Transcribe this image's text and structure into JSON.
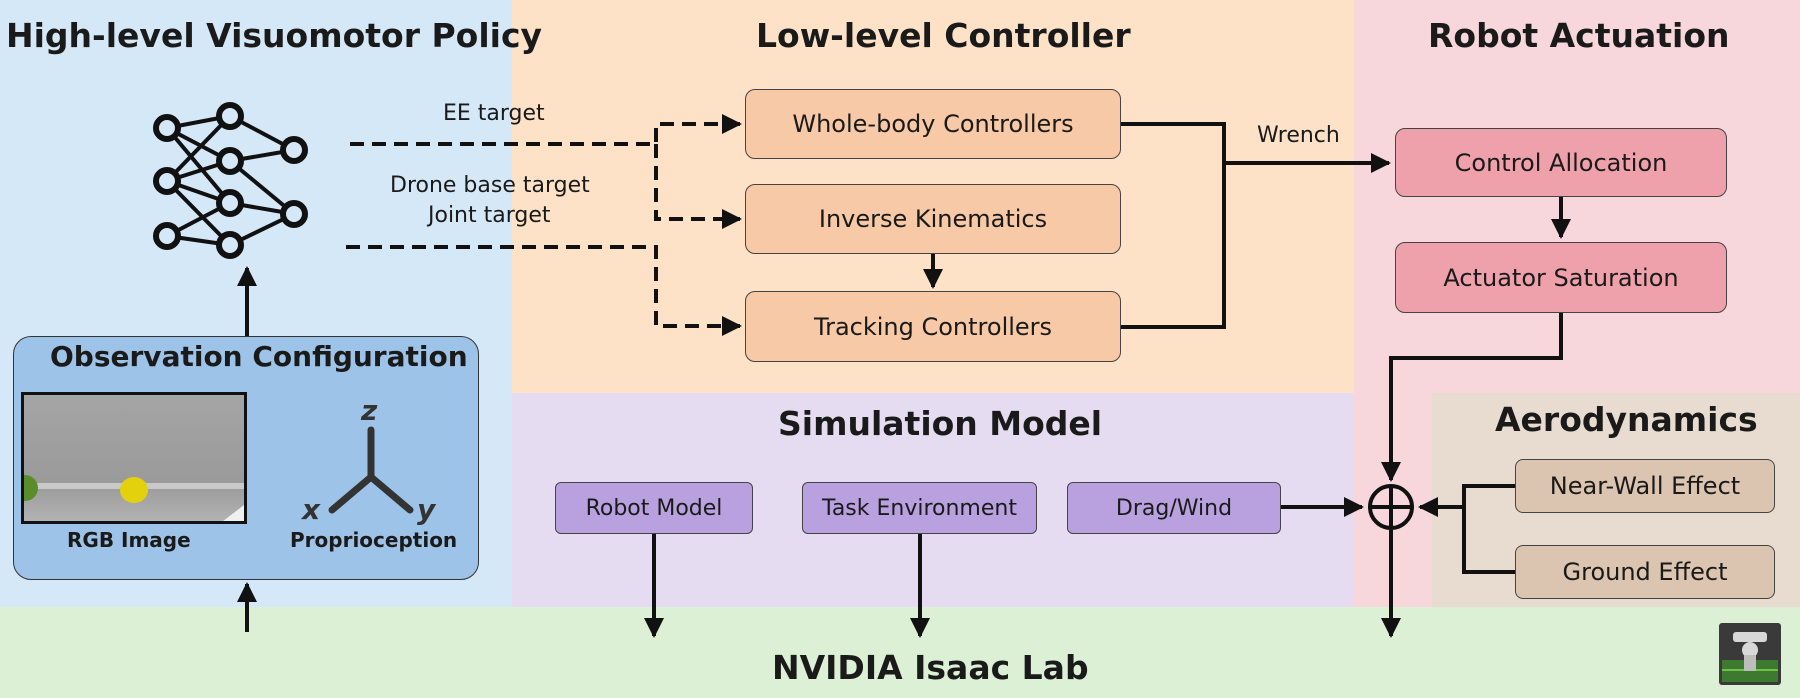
{
  "sections": {
    "policy": "High-level Visuomotor Policy",
    "controller": "Low-level Controller",
    "actuation": "Robot Actuation",
    "simulation": "Simulation Model",
    "aerodynamics": "Aerodynamics",
    "isaac": "NVIDIA Isaac Lab"
  },
  "observation": {
    "title": "Observation Configuration",
    "rgb_label": "RGB Image",
    "proprio_label": "Proprioception",
    "axes": {
      "z": "z",
      "x": "x",
      "y": "y"
    }
  },
  "signals": {
    "ee_target": "EE target",
    "drone_base_target": "Drone base target",
    "joint_target": "Joint target",
    "wrench": "Wrench"
  },
  "controllers": {
    "whole_body": "Whole-body Controllers",
    "inverse_kinematics": "Inverse Kinematics",
    "tracking": "Tracking Controllers"
  },
  "actuation_blocks": {
    "control_allocation": "Control Allocation",
    "actuator_saturation": "Actuator Saturation"
  },
  "simulation_blocks": {
    "robot_model": "Robot Model",
    "task_environment": "Task Environment",
    "drag_wind": "Drag/Wind"
  },
  "aero_blocks": {
    "near_wall": "Near-Wall Effect",
    "ground": "Ground Effect"
  },
  "icons": {
    "network": "neural-network-icon",
    "sum": "summing-junction-icon",
    "logo": "isaac-lab-logo-icon"
  },
  "colors": {
    "policy_bg": "#d5e8f7",
    "controller_bg": "#fde2c8",
    "actuation_bg": "#f7d6dc",
    "simulation_bg": "#e5dcf1",
    "aero_bg": "#e8dcd0",
    "isaac_bg": "#dcf0d6",
    "observation_bg": "#9ec3e8"
  }
}
